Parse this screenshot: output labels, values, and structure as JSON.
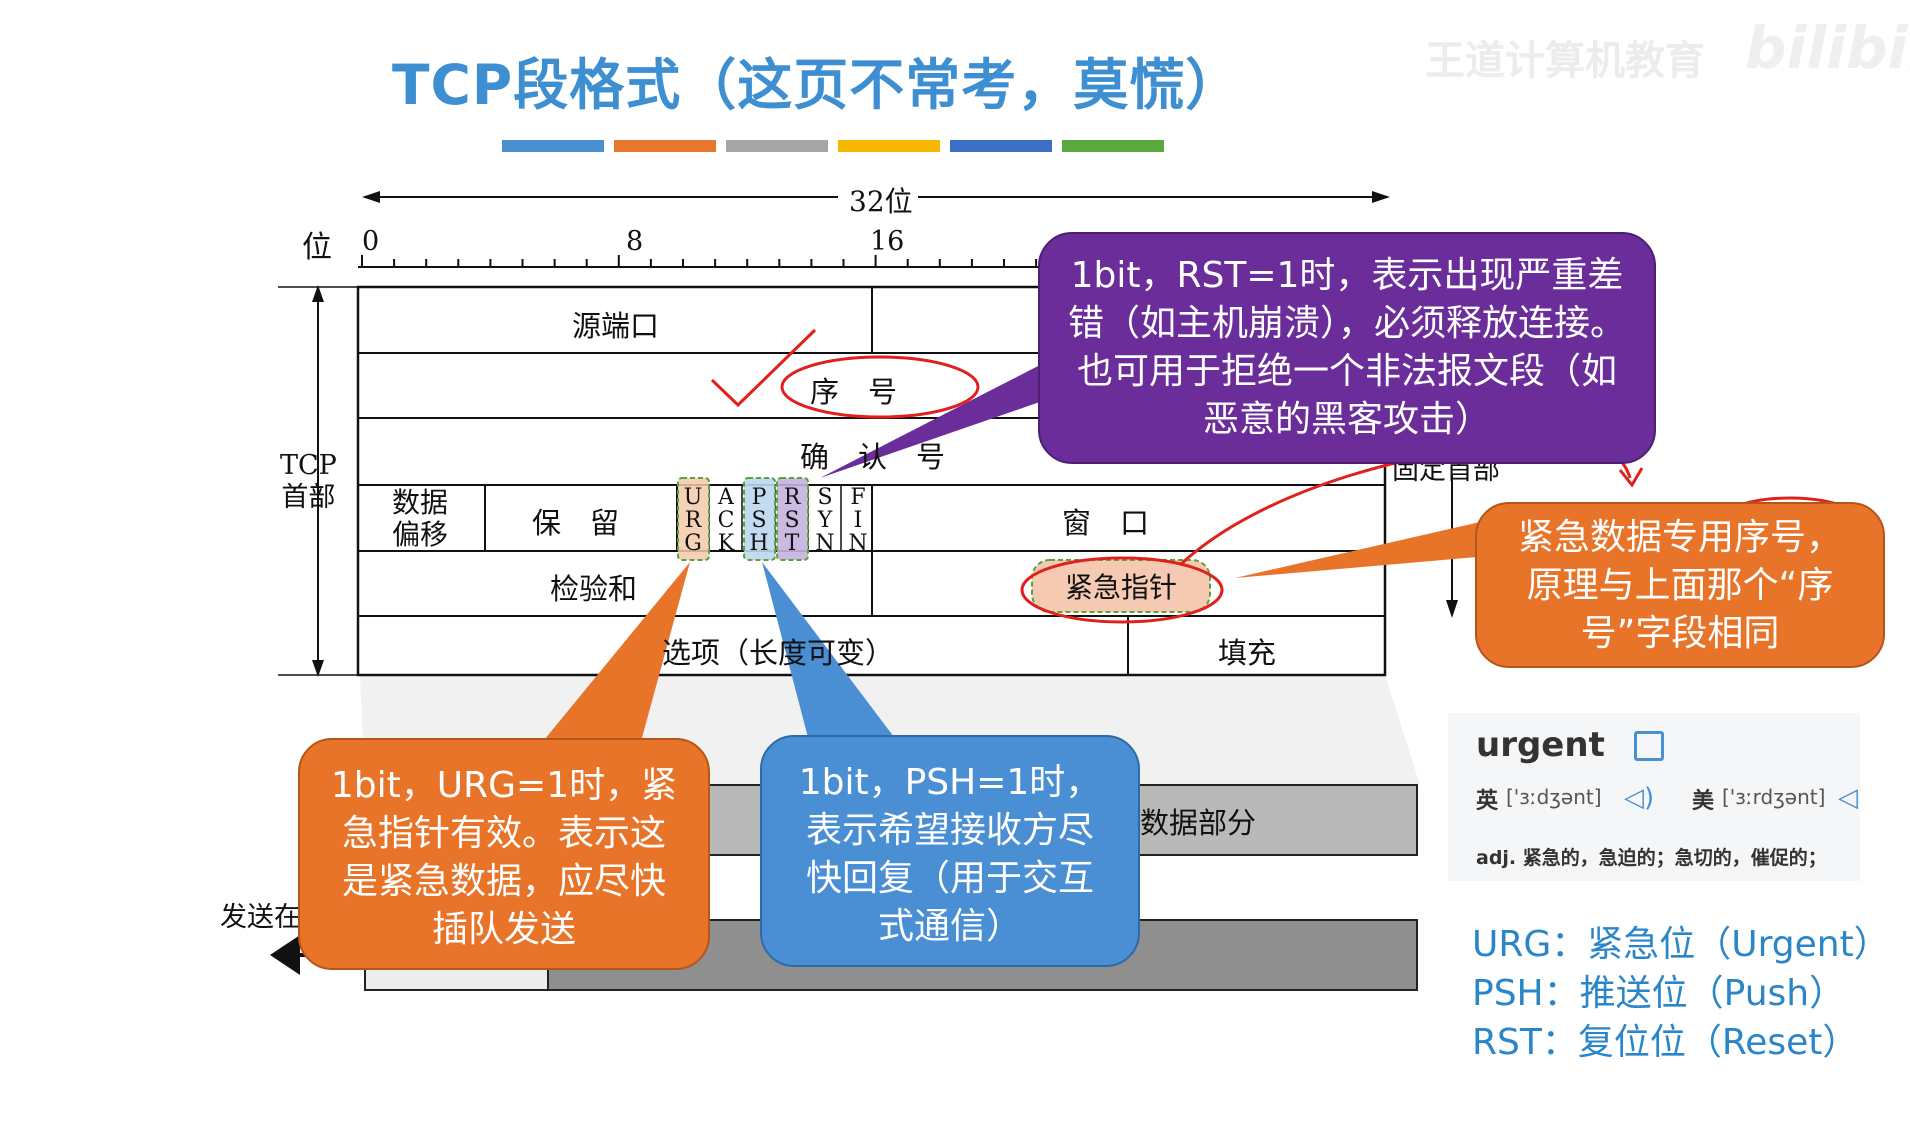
{
  "title": "TCP段格式（这页不常考，莫慌）",
  "watermark": "王道计算机教育",
  "watermark_logo": "bilibili",
  "color_bars": [
    "#4a90d0",
    "#e8772e",
    "#a5a5a5",
    "#f5b700",
    "#3b6fc4",
    "#5aa83e"
  ],
  "diagram": {
    "bits_label": "32位",
    "bit_axis_label": "位",
    "tick_labels": [
      "0",
      "8",
      "16"
    ],
    "header_label": "TCP\n首部",
    "fixed_header_label": "固定首部",
    "fields": {
      "src_port": "源端口",
      "seq": "序　号",
      "ack": "确　认　号",
      "data_offset": "数据\n偏移",
      "reserved": "保　留",
      "window": "窗　口",
      "checksum": "检验和",
      "urgent_pointer": "紧急指针",
      "options": "选项（长度可变）",
      "padding": "填充"
    },
    "flags": [
      {
        "name": "urg",
        "text": "URG"
      },
      {
        "name": "ack",
        "text": "ACK"
      },
      {
        "name": "psh",
        "text": "PSH"
      },
      {
        "name": "rst",
        "text": "RST"
      },
      {
        "name": "syn",
        "text": "SYN"
      },
      {
        "name": "fin",
        "text": "FIN"
      }
    ],
    "data_part_label": "数据部分",
    "send_label": "发送在前"
  },
  "callouts": {
    "rst": "1bit，RST=1时，表示出现严重差错（如主机崩溃），必须释放连接。也可用于拒绝一个非法报文段（如恶意的黑客攻击）",
    "urgent": "紧急数据专用序号，原理与上面那个“序号”字段相同",
    "urg": "1bit，URG=1时，紧急指针有效。表示这是紧急数据，应尽快插队发送",
    "psh": "1bit，PSH=1时，表示希望接收方尽快回复（用于交互式通信）"
  },
  "dictionary": {
    "word": "urgent",
    "uk_label": "英",
    "uk_phonetic": "['ɜːdʒənt]",
    "us_label": "美",
    "us_phonetic": "['ɜːrdʒənt]",
    "definition": "adj. 紧急的，急迫的；急切的，催促的；"
  },
  "legend": [
    "URG：紧急位（Urgent）",
    "PSH：推送位（Push）",
    "RST：复位位（Reset）"
  ],
  "colors": {
    "title": "#3d8fd1",
    "purple_callout": "#6a2d9a",
    "orange_callout": "#e8742a",
    "blue_callout": "#4a8fd3",
    "legend": "#2b86c8",
    "annotation_red": "#e0201b"
  }
}
